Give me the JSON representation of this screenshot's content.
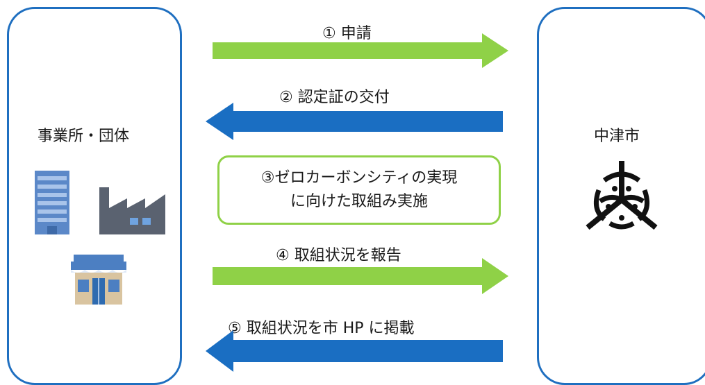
{
  "left_entity": {
    "label": "事業所・団体"
  },
  "right_entity": {
    "label": "中津市"
  },
  "steps": {
    "s1": "① 申請",
    "s2": "② 認定証の交付",
    "s3_line1": "③ゼロカーボンシティの実現",
    "s3_line2": "に向けた取組み実施",
    "s4": "④ 取組状況を報告",
    "s5": "⑤ 取組状況を市 HP に掲載"
  },
  "colors": {
    "panel_border": "#1f6fc0",
    "green_arrow": "#8fd147",
    "blue_arrow": "#1a6ec2"
  },
  "icons": [
    "office-building-icon",
    "factory-icon",
    "shop-icon",
    "city-emblem-icon"
  ]
}
